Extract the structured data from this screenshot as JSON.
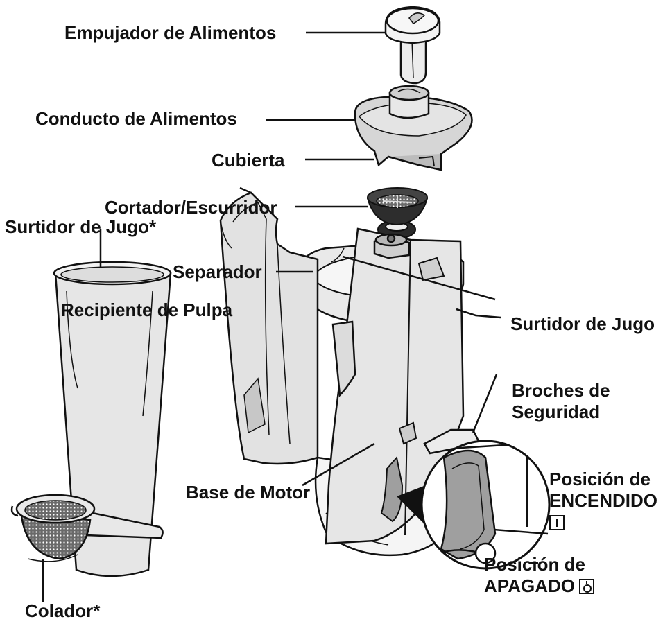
{
  "labels": {
    "food_pusher": "Empujador de Alimentos",
    "food_chute": "Conducto de Alimentos",
    "cover": "Cubierta",
    "cutter_strainer": "Cortador/Escurridor",
    "separator": "Separador",
    "juice_spout": "Surtidor de Jugo",
    "pulp_container": "Recipiente de Pulpa",
    "juice_jug": "Surtidor de Jugo*",
    "safety_clips_line1": "Broches de",
    "safety_clips_line2": "Seguridad",
    "motor_base": "Base de Motor",
    "on_line1": "Posición de",
    "on_line2": "ENCENDIDO",
    "off_line1": "Posición de",
    "off_line2": "APAGADO",
    "strainer": "Colador*"
  },
  "colors": {
    "line": "#111111",
    "part_fill": "#e6e6e6",
    "part_dark": "#bdbdbd",
    "part_light": "#f4f4f4",
    "mesh": "#555555",
    "black": "#1a1a1a"
  },
  "icons": {
    "on_symbol": "power-on-icon",
    "off_symbol": "power-off-icon"
  }
}
